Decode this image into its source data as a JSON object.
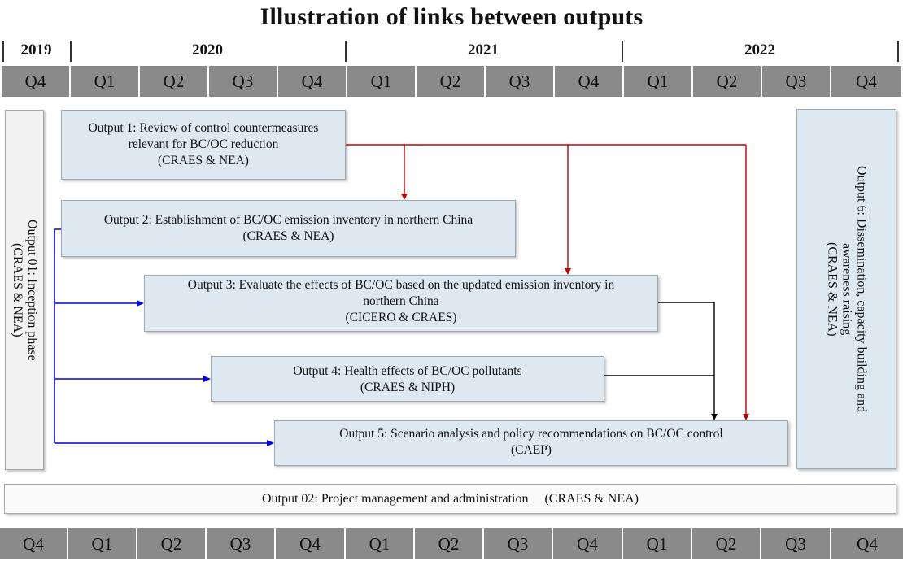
{
  "title": "Illustration of links between outputs",
  "years": [
    "2019",
    "2020",
    "2021",
    "2022"
  ],
  "quarters_top": [
    "Q4",
    "Q1",
    "Q2",
    "Q3",
    "Q4",
    "Q1",
    "Q2",
    "Q3",
    "Q4",
    "Q1",
    "Q2",
    "Q3",
    "Q4"
  ],
  "quarters_bottom": [
    "Q4",
    "Q1",
    "Q2",
    "Q3",
    "Q4",
    "Q1",
    "Q2",
    "Q3",
    "Q4",
    "Q1",
    "Q2",
    "Q3",
    "Q4"
  ],
  "output01": {
    "line1": "Output 01: Inception phase",
    "line2": "(CRAES & NEA)"
  },
  "output1": {
    "line1": "Output 1: Review of control countermeasures",
    "line2": "relevant for BC/OC reduction",
    "line3": "(CRAES & NEA)"
  },
  "output2": {
    "line1": "Output 2: Establishment of BC/OC emission inventory in northern China",
    "line2": "(CRAES & NEA)"
  },
  "output3": {
    "line1": "Output 3: Evaluate the effects of BC/OC based on the updated emission inventory in",
    "line2": "northern China",
    "line3": "(CICERO & CRAES)"
  },
  "output4": {
    "line1": "Output 4: Health effects of BC/OC pollutants",
    "line2": "(CRAES & NIPH)"
  },
  "output5": {
    "line1": "Output 5: Scenario analysis and policy recommendations on BC/OC control",
    "line2": "(CAEP)"
  },
  "output6": {
    "line1": "Output 6: Dissemination, capacity building and",
    "line2": "awareness raising",
    "line3": "(CRAES & NEA)"
  },
  "output02": {
    "label": "Output 02: Project management and administration",
    "org": "(CRAES & NEA)"
  },
  "colors": {
    "quarter_bg": "#8a8a8a",
    "box_bg": "#dde8f1",
    "red_arrow": "#c00000",
    "blue_arrow": "#0000dd",
    "black_arrow": "#000000"
  }
}
